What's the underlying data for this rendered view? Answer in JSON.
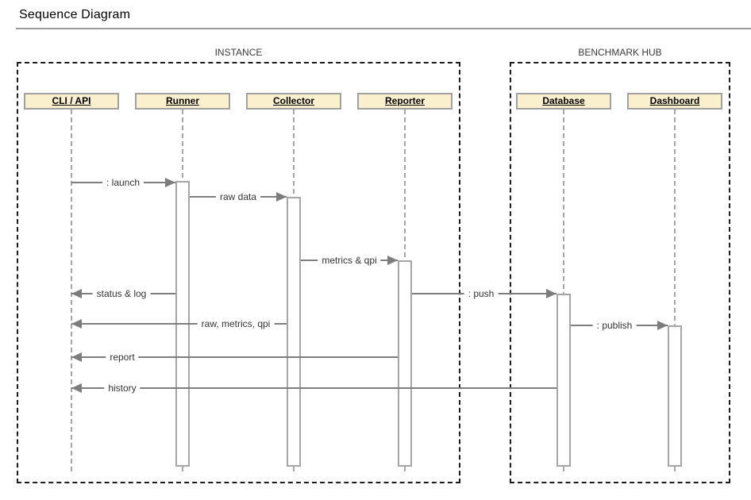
{
  "page": {
    "title": "Sequence Diagram"
  },
  "frames": [
    {
      "label": "INSTANCE"
    },
    {
      "label": "BENCHMARK HUB"
    }
  ],
  "participants": [
    {
      "label": "CLI / API",
      "frame": "INSTANCE"
    },
    {
      "label": "Runner",
      "frame": "INSTANCE"
    },
    {
      "label": "Collector",
      "frame": "INSTANCE"
    },
    {
      "label": "Reporter",
      "frame": "INSTANCE"
    },
    {
      "label": "Database",
      "frame": "BENCHMARK HUB"
    },
    {
      "label": "Dashboard",
      "frame": "BENCHMARK HUB"
    }
  ],
  "messages": [
    {
      "label": ": launch",
      "from": "CLI / API",
      "to": "Runner",
      "direction": "right"
    },
    {
      "label": "raw data",
      "from": "Runner",
      "to": "Collector",
      "direction": "right"
    },
    {
      "label": "metrics & qpi",
      "from": "Collector",
      "to": "Reporter",
      "direction": "right"
    },
    {
      "label": "status & log",
      "from": "Runner",
      "to": "CLI / API",
      "direction": "left"
    },
    {
      "label": ": push",
      "from": "Reporter",
      "to": "Database",
      "direction": "right"
    },
    {
      "label": "raw, metrics, qpi",
      "from": "Collector",
      "to": "CLI / API",
      "direction": "left"
    },
    {
      "label": ": publish",
      "from": "Database",
      "to": "Dashboard",
      "direction": "right"
    },
    {
      "label": "report",
      "from": "Reporter",
      "to": "CLI / API",
      "direction": "left"
    },
    {
      "label": "history",
      "from": "Database",
      "to": "CLI / API",
      "direction": "left"
    }
  ],
  "colors": {
    "participant_fill": "#fbf0ce",
    "participant_border": "#a1a1a1",
    "message_line": "#7d7d7d",
    "lifeline": "#a6a6a6",
    "frame_border": "#1c1c1c",
    "activation_fill": "#ffffff",
    "activation_border": "#a6a6a6",
    "title_rule": "#9a9a9a"
  }
}
